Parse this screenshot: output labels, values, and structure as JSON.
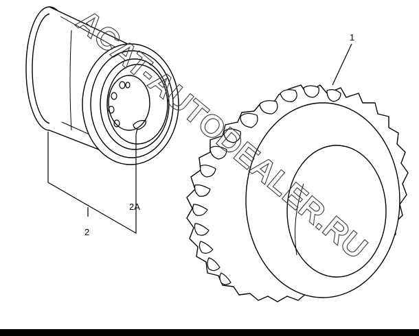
{
  "callouts": {
    "tire": "1",
    "wheel_assembly": "2",
    "rim_hole": "2A"
  },
  "watermark": {
    "text": "ACAT-AUTODEALER.RU"
  },
  "colors": {
    "line": "#000000",
    "background": "#ffffff",
    "bottom_bar": "#000000",
    "watermark_stroke": "#3a3a3a"
  }
}
